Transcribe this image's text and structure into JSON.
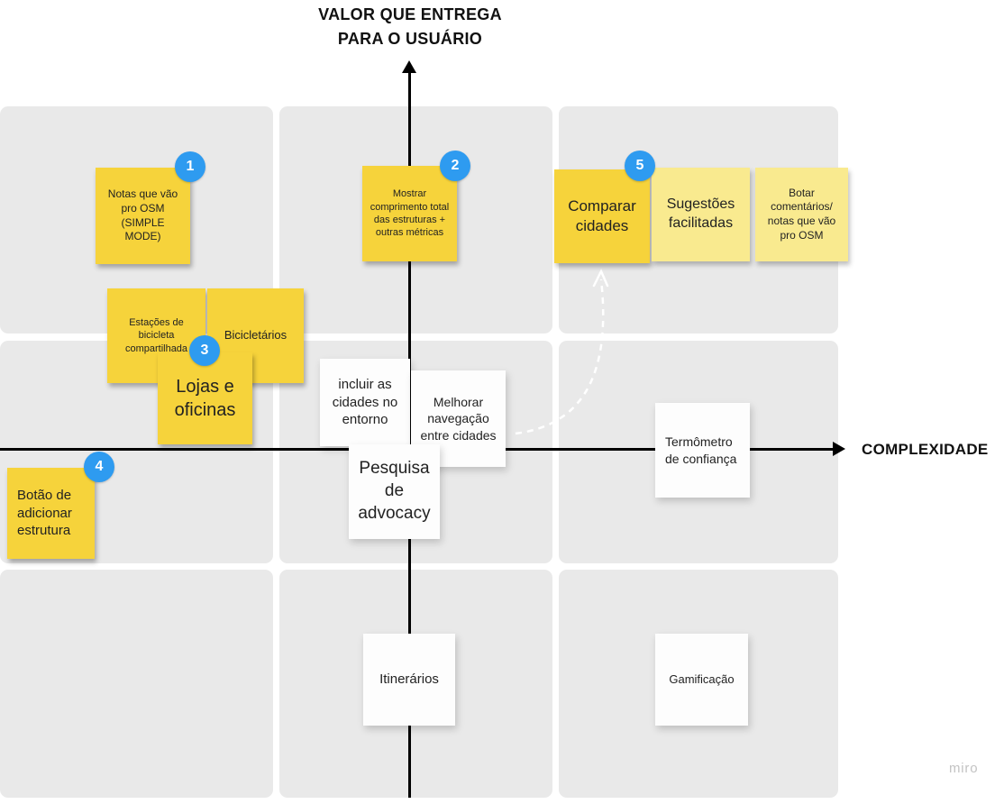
{
  "axis": {
    "y_label_line1": "VALOR QUE ENTREGA",
    "y_label_line2": "PARA O USUÁRIO",
    "x_label": "COMPLEXIDADE"
  },
  "badges": {
    "b1": "1",
    "b2": "2",
    "b3": "3",
    "b4": "4",
    "b5": "5"
  },
  "notes": {
    "notas_osm": "Notas que vão pro OSM (SIMPLE MODE)",
    "mostrar_comprimento": "Mostrar comprimento total das estruturas + outras métricas",
    "estacoes": "Estações de bicicleta compartilhada",
    "bicicletarios": "Bicicletários",
    "lojas": "Lojas e oficinas",
    "incluir_cidades": "incluir as cidades no entorno",
    "melhorar_navegacao": "Melhorar navegação entre cidades",
    "pesquisa": "Pesquisa de advocacy",
    "botao_adicionar": "Botão de adicionar estrutura",
    "comparar": "Comparar cidades",
    "sugestoes": "Sugestões facilitadas",
    "botar_comentarios": "Botar comentários/ notas que vão pro OSM",
    "termometro": "Termômetro de confiança",
    "itinerarios": "Itinerários",
    "gamificacao": "Gamificação"
  },
  "colors": {
    "note_yellow": "#f6d33b",
    "note_light_yellow": "#f9ea8f",
    "note_white": "#fdfdfd",
    "badge_blue": "#2e9bf0",
    "grid_cell": "#e9e9e9",
    "connector": "#ffffff"
  },
  "watermark": "miro"
}
